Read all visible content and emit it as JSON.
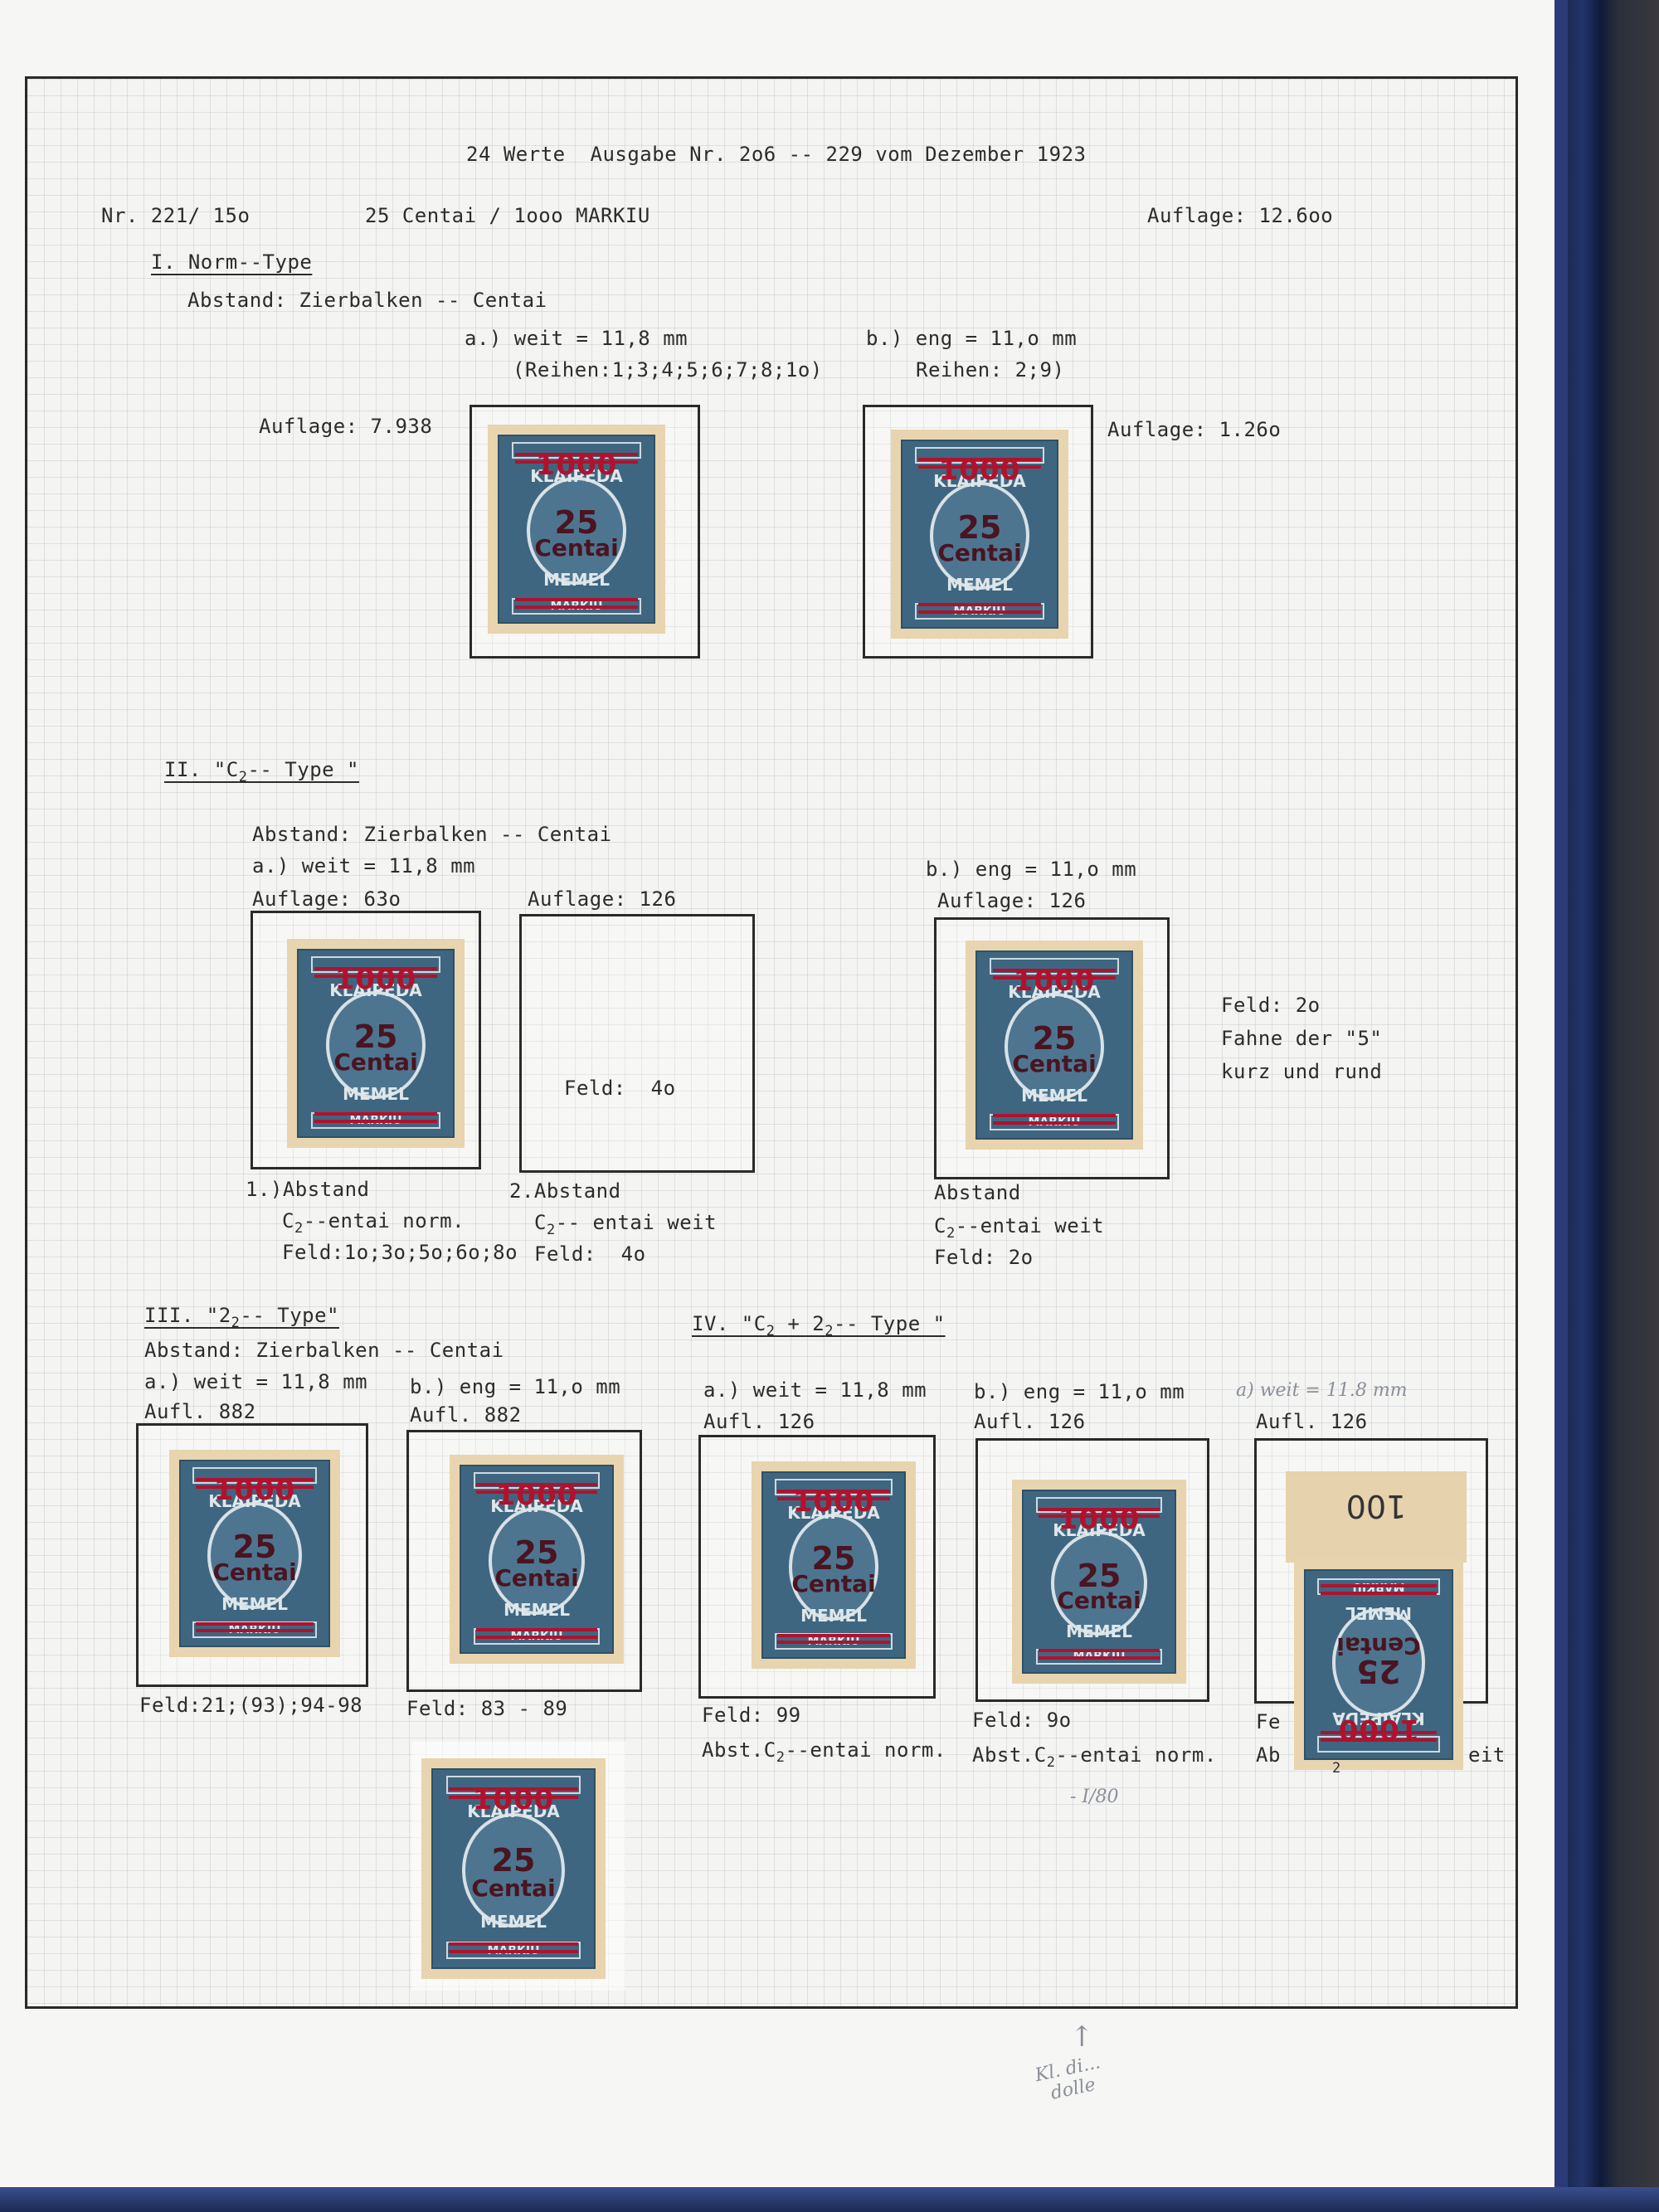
{
  "header": {
    "title": "24 Werte  Ausgabe Nr. 2o6 -- 229 vom Dezember 1923",
    "number": "Nr. 221/ 15o",
    "value": "25 Centai / 1ooo MARKIU",
    "edition": "Auflage: 12.6oo"
  },
  "section1": {
    "heading": "I. Norm--Type",
    "distance": "Abstand: Zierbalken -- Centai",
    "a_label": "a.) weit = 11,8 mm",
    "a_rows": "(Reihen:1;3;4;5;6;7;8;1o)",
    "b_label": "b.) eng = 11,o mm",
    "b_rows": "Reihen: 2;9)",
    "a_edition": "Auflage: 7.938",
    "b_edition": "Auflage: 1.26o"
  },
  "section2": {
    "heading_pre": "II. \"C",
    "heading_sub": "2",
    "heading_post": "-- Type \"",
    "distance": "Abstand: Zierbalken -- Centai",
    "a_label": "a.) weit = 11,8 mm",
    "a_edition": "Auflage: 63o",
    "mid_edition": "Auflage: 126",
    "b_label": "b.) eng = 11,o mm",
    "b_edition": "Auflage: 126",
    "empty_field": "Feld:  4o",
    "note1": "Feld: 2o",
    "note2": "Fahne der \"5\"",
    "note3": "kurz und rund",
    "cap1_line1": "1.)Abstand",
    "cap1_line2_pre": "C",
    "cap1_line2_sub": "2",
    "cap1_line2_post": "--entai norm.",
    "cap1_line3": "Feld:1o;3o;5o;6o;8o",
    "cap2_line1": "2.Abstand",
    "cap2_line2_pre": "C",
    "cap2_line2_sub": "2",
    "cap2_line2_post": "-- entai weit",
    "cap2_line3": "Feld:  4o",
    "cap3_line1": "Abstand",
    "cap3_line2_pre": "C",
    "cap3_line2_sub": "2",
    "cap3_line2_post": "--entai weit",
    "cap3_line3": "Feld: 2o"
  },
  "section3": {
    "heading_pre": "III. \"2",
    "heading_sub": "2",
    "heading_post": "-- Type\"",
    "distance": "Abstand: Zierbalken -- Centai",
    "a_label": "a.) weit = 11,8 mm",
    "a_edition": "Aufl. 882",
    "b_label": "b.) eng = 11,o mm",
    "b_edition": "Aufl. 882",
    "a_field": "Feld:21;(93);94-98",
    "b_field": "Feld: 83 - 89"
  },
  "section4": {
    "heading_pre": "IV. \"C",
    "heading_sub1": "2",
    "heading_mid": " + 2",
    "heading_sub2": "2",
    "heading_post": "-- Type \"",
    "a_label": "a.) weit = 11,8 mm",
    "a_edition": "Aufl. 126",
    "b_label": "b.) eng = 11,o mm",
    "b_edition": "Aufl. 126",
    "c_handwritten": "a) weit = 11.8 mm",
    "c_edition": "Aufl. 126",
    "a_field": "Feld: 99",
    "a_abst_pre": "Abst.C",
    "a_abst_sub": "2",
    "a_abst_post": "--entai norm.",
    "b_field": "Feld: 9o",
    "b_abst_pre": "Abst.C",
    "b_abst_sub": "2",
    "b_abst_post": "--entai norm.",
    "c_field": "Fe",
    "c_abst": "Ab",
    "c_abst_end": "eit",
    "c_sub": "2",
    "selvage_number": "100"
  },
  "stamp": {
    "overprint_old": "1000",
    "overprint_value": "25",
    "overprint_currency": "Centai",
    "top_label": "KLAIPEDA",
    "mid_label": "MEMEL",
    "bottom_label": "MARKIU"
  },
  "handwritten": {
    "bottom_note": "Kl. di...\n  dolle",
    "arrow": "↑",
    "margin_note": "- I/80"
  }
}
